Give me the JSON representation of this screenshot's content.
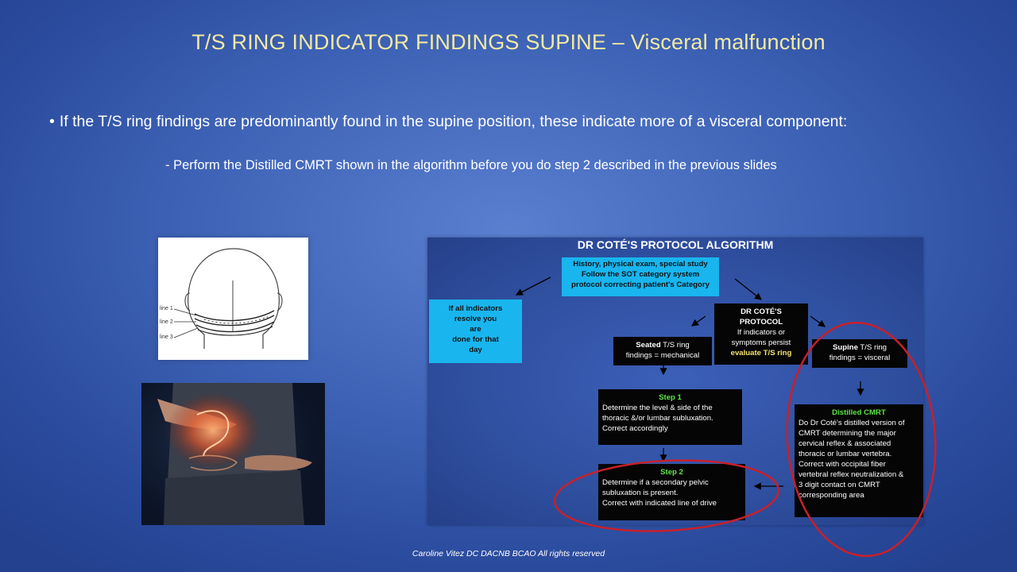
{
  "slide": {
    "title": "T/S RING INDICATOR FINDINGS SUPINE – Visceral malfunction",
    "bullet_marker": "•",
    "bullet": "If the T/S ring findings are predominantly found in the supine position, these indicate more of a visceral component:",
    "subpoint": "- Perform the Distilled CMRT shown in the algorithm before you do step 2 described in the previous slides",
    "footer": "Caroline Vitez DC DACNB BCAO All rights reserved"
  },
  "head_figure": {
    "line_labels": [
      "line 1",
      "line 2",
      "line 3"
    ]
  },
  "algorithm": {
    "title": "DR COTÉ'S PROTOCOL ALGORITHM",
    "top_box": [
      "History, physical exam, special study",
      "Follow the SOT category system",
      "protocol correcting patient's Category"
    ],
    "resolve_box": [
      "If all indicators",
      "resolve you",
      "are",
      "done for that",
      "day"
    ],
    "protocol_box": {
      "heading": [
        "DR COTÉ'S",
        "PROTOCOL"
      ],
      "body": [
        "If indicators or",
        "symptoms persist"
      ],
      "emphasis": "evaluate T/S ring"
    },
    "seated_box": {
      "bold": "Seated",
      "rest": " T/S ring",
      "line2": "findings  = mechanical"
    },
    "supine_box": {
      "bold": "Supine",
      "rest": " T/S ring",
      "line2": "findings = visceral"
    },
    "step1": {
      "heading": "Step 1",
      "body": [
        "Determine the level & side of the",
        "thoracic &/or lumbar subluxation.",
        "Correct accordingly"
      ]
    },
    "step2": {
      "heading": "Step 2",
      "body": [
        "Determine if a secondary pelvic",
        "subluxation is present.",
        "Correct with indicated line of drive"
      ]
    },
    "distilled": {
      "heading": "Distilled CMRT",
      "body": [
        "Do Dr Coté's distilled version of",
        "CMRT determining the major",
        "cervical reflex & associated",
        "thoracic or lumbar vertebra.",
        "Correct with occipital fiber",
        "vertebral reflex neutralization &",
        "3 digit contact on CMRT",
        "corresponding area"
      ]
    }
  },
  "colors": {
    "title": "#f3e9a2",
    "highlight_ring": "#c8202a",
    "step_heading": "#5fe34a",
    "emphasis": "#f5e56b",
    "resolve_box": "#19b5ee"
  }
}
